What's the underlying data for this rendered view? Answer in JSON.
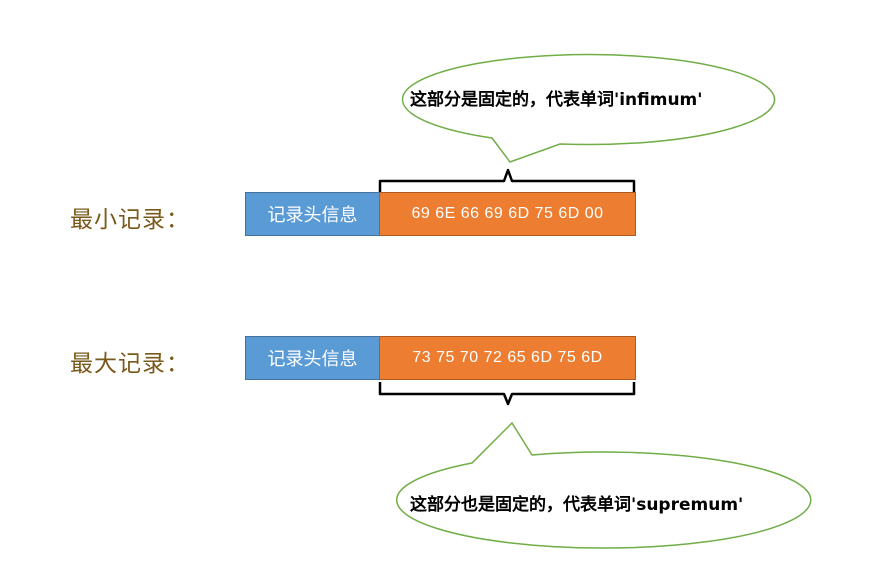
{
  "min_record": {
    "label": "最小记录：",
    "header_label": "记录头信息",
    "bytes": "69 6E 66 69 6D 75 6D 00",
    "callout": "这部分是固定的，代表单词'infimum'"
  },
  "max_record": {
    "label": "最大记录：",
    "header_label": "记录头信息",
    "bytes": "73 75 70 72 65 6D 75 6D",
    "callout": "这部分也是固定的，代表单词'supremum'"
  },
  "colors": {
    "header_fill": "#5b9bd5",
    "bytes_fill": "#ed7d31",
    "label_text": "#7a5a1a",
    "callout_border": "#70ad47"
  }
}
